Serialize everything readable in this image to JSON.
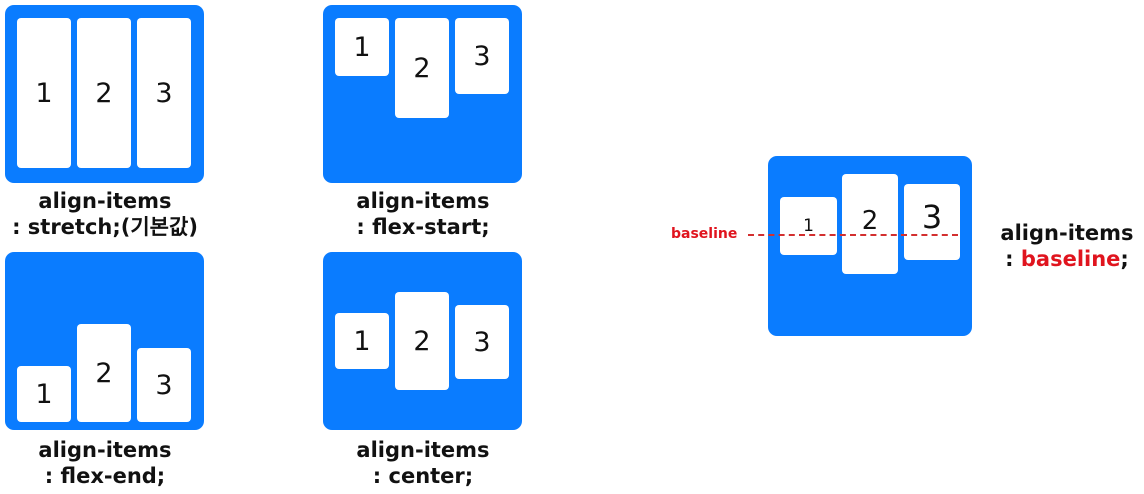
{
  "colors": {
    "panel": "#0a7cff",
    "item": "#ffffff",
    "highlight": "#e0141e",
    "baseline": "#d32f2f"
  },
  "stretch": {
    "caption_line1": "align-items",
    "caption_line2": ": stretch;(기본값)",
    "items": [
      "1",
      "2",
      "3"
    ]
  },
  "flex_start": {
    "caption_line1": "align-items",
    "caption_line2": ": flex-start;",
    "items": [
      "1",
      "2",
      "3"
    ]
  },
  "flex_end": {
    "caption_line1": "align-items",
    "caption_line2": ": flex-end;",
    "items": [
      "1",
      "2",
      "3"
    ]
  },
  "center": {
    "caption_line1": "align-items",
    "caption_line2": ": center;",
    "items": [
      "1",
      "2",
      "3"
    ]
  },
  "baseline": {
    "caption_line1": "align-items",
    "caption_prefix": ": ",
    "caption_keyword": "baseline",
    "caption_suffix": ";",
    "line_label": "baseline",
    "items": [
      "1",
      "2",
      "3"
    ]
  }
}
